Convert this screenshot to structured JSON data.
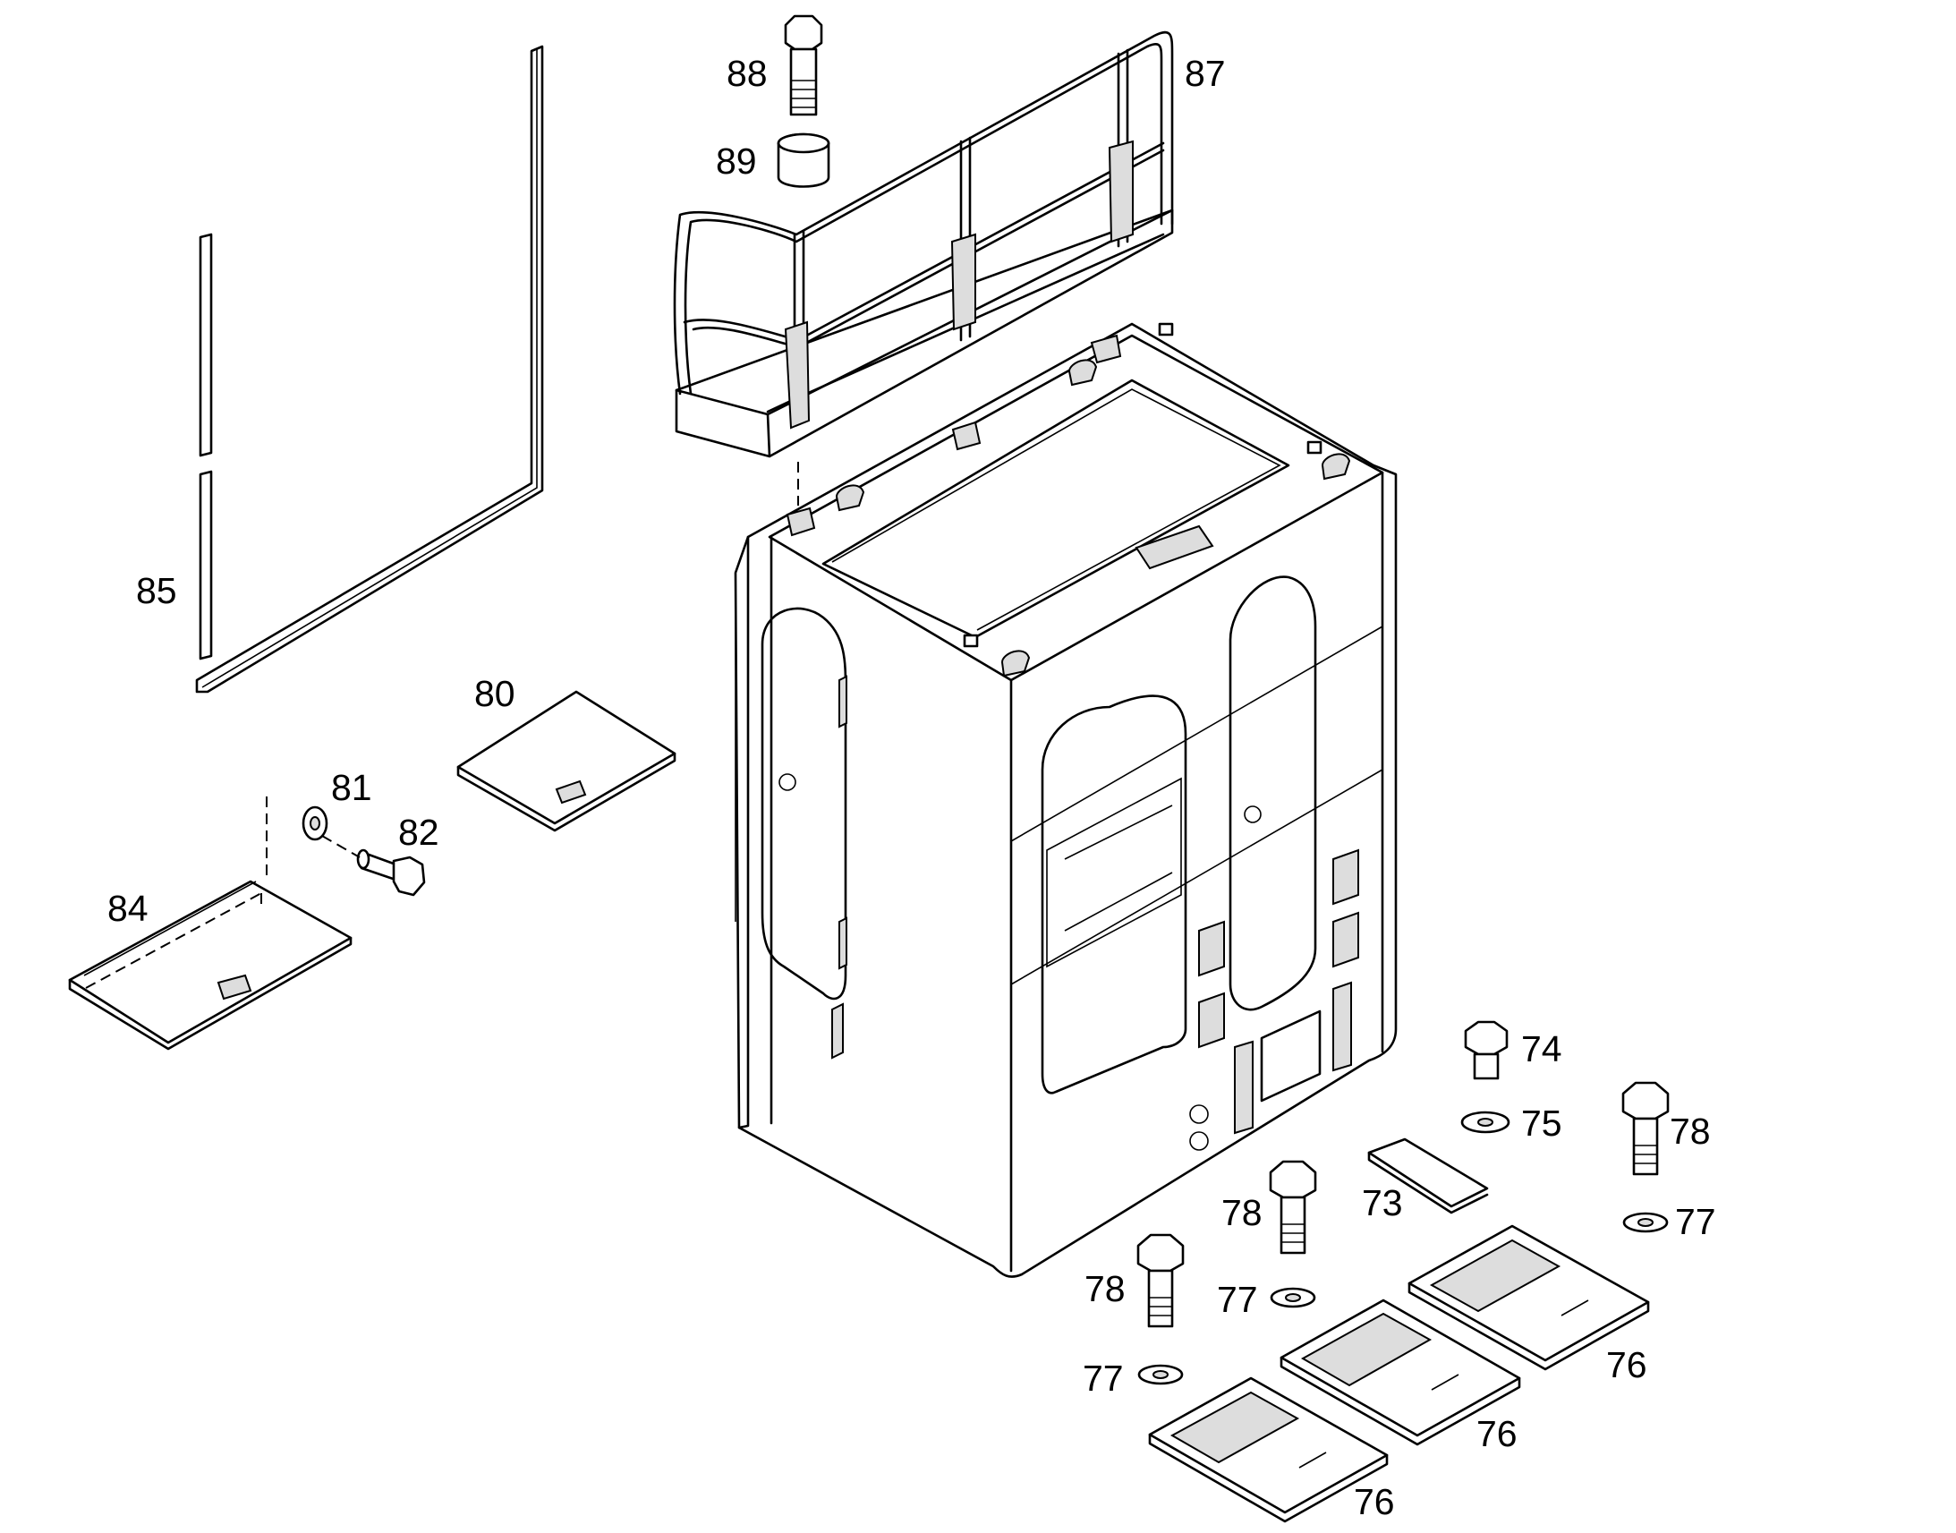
{
  "callouts": [
    {
      "id": "c88",
      "text": "88"
    },
    {
      "id": "c87",
      "text": "87"
    },
    {
      "id": "c89",
      "text": "89"
    },
    {
      "id": "c85",
      "text": "85"
    },
    {
      "id": "c80",
      "text": "80"
    },
    {
      "id": "c81",
      "text": "81"
    },
    {
      "id": "c82",
      "text": "82"
    },
    {
      "id": "c84",
      "text": "84"
    },
    {
      "id": "c74",
      "text": "74"
    },
    {
      "id": "c75",
      "text": "75"
    },
    {
      "id": "c78a",
      "text": "78"
    },
    {
      "id": "c73",
      "text": "73"
    },
    {
      "id": "c78b",
      "text": "78"
    },
    {
      "id": "c77a",
      "text": "77"
    },
    {
      "id": "c78c",
      "text": "78"
    },
    {
      "id": "c77b",
      "text": "77"
    },
    {
      "id": "c77c",
      "text": "77"
    },
    {
      "id": "c76a",
      "text": "76"
    },
    {
      "id": "c77d",
      "text": "77"
    },
    {
      "id": "c76b",
      "text": "76"
    },
    {
      "id": "c76c",
      "text": "76"
    }
  ]
}
